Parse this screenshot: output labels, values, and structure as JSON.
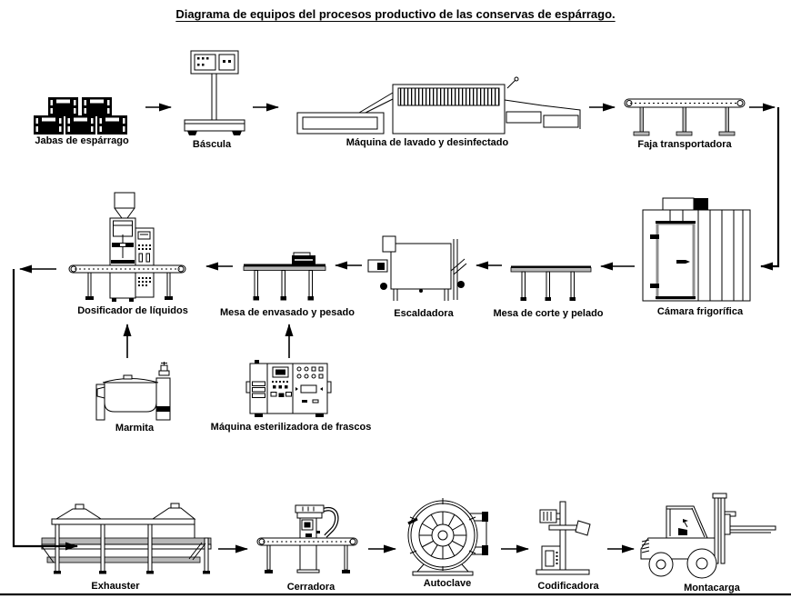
{
  "title": "Diagrama de equipos del procesos productivo de las conservas de espárrago.",
  "equipment": [
    {
      "id": "jabas-de-esparrago",
      "label": "Jabas de espárrago"
    },
    {
      "id": "bascula",
      "label": "Báscula"
    },
    {
      "id": "maquina-lavado-desinfectado",
      "label": "Máquina de lavado y desinfectado"
    },
    {
      "id": "faja-transportadora",
      "label": "Faja transportadora"
    },
    {
      "id": "camara-frigorifica",
      "label": "Cámara frigorífica"
    },
    {
      "id": "mesa-corte-pelado",
      "label": "Mesa de corte y pelado"
    },
    {
      "id": "escaldadora",
      "label": "Escaldadora"
    },
    {
      "id": "mesa-envasado-pesado",
      "label": "Mesa de envasado y pesado"
    },
    {
      "id": "dosificador-liquidos",
      "label": "Dosificador de líquidos"
    },
    {
      "id": "marmita",
      "label": "Marmita"
    },
    {
      "id": "maquina-esterilizadora-frascos",
      "label": "Máquina esterilizadora de frascos"
    },
    {
      "id": "exhauster",
      "label": "Exhauster"
    },
    {
      "id": "cerradora",
      "label": "Cerradora"
    },
    {
      "id": "autoclave",
      "label": "Autoclave"
    },
    {
      "id": "codificadora",
      "label": "Codificadora"
    },
    {
      "id": "montacarga",
      "label": "Montacarga"
    }
  ],
  "process_flow": {
    "main_sequence": [
      "Jabas de espárrago",
      "Báscula",
      "Máquina de lavado y desinfectado",
      "Faja transportadora",
      "Cámara frigorífica",
      "Mesa de corte y pelado",
      "Escaldadora",
      "Mesa de envasado y pesado",
      "Dosificador de líquidos",
      "Exhauster",
      "Cerradora",
      "Autoclave",
      "Codificadora",
      "Montacarga"
    ],
    "feeds": [
      {
        "from": "Marmita",
        "to": "Dosificador de líquidos"
      },
      {
        "from": "Máquina esterilizadora de frascos",
        "to": "Mesa de envasado y pesado"
      }
    ]
  },
  "colors": {
    "line": "#000000",
    "background": "#ffffff",
    "gray_fill": "#b8b8b8"
  }
}
